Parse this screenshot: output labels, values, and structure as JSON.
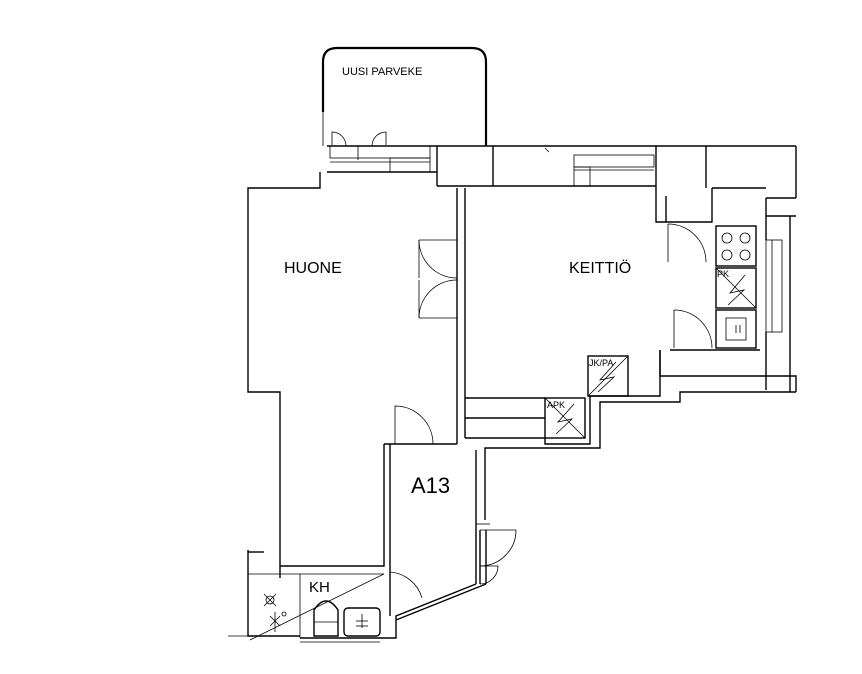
{
  "floorplan": {
    "unit_id": "A13",
    "rooms": {
      "balcony": "UUSI PARVEKE",
      "living_room": "HUONE",
      "kitchen": "KEITTIÖ",
      "bathroom": "KH"
    },
    "fixtures": {
      "refrigerator_freezer": "PK",
      "dishwasher": "JK/PA",
      "freezer": "APK"
    }
  }
}
